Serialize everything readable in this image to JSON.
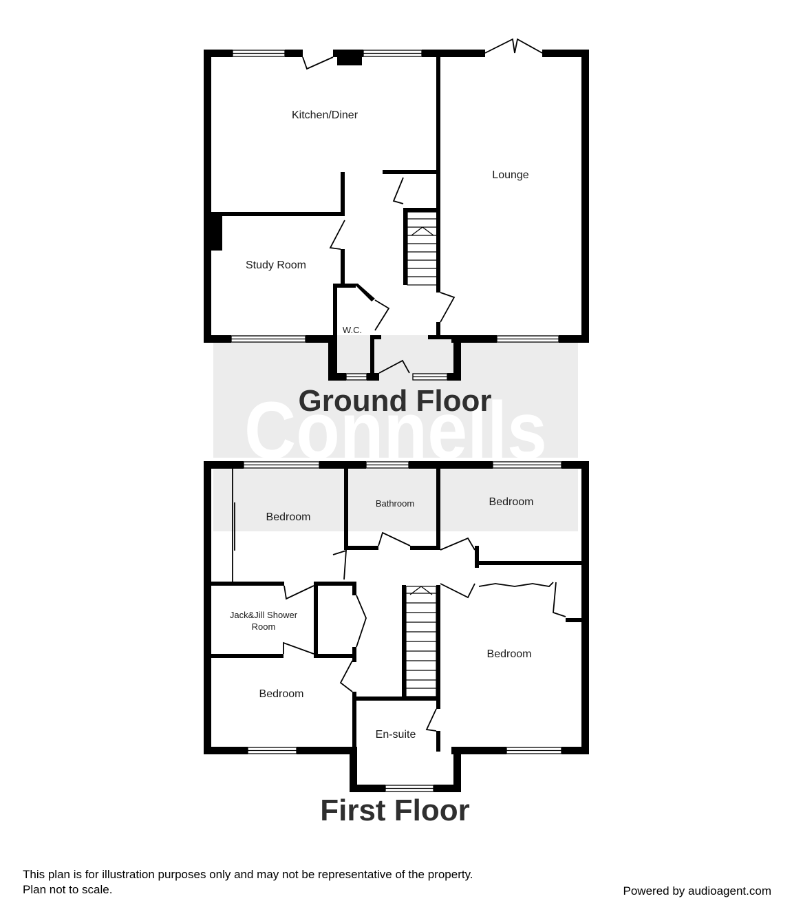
{
  "ground_floor": {
    "title": "Ground Floor",
    "rooms": {
      "kitchen": "Kitchen/Diner",
      "lounge": "Lounge",
      "study": "Study Room",
      "wc": "W.C."
    }
  },
  "first_floor": {
    "title": "First Floor",
    "rooms": {
      "bedroom_front_left": "Bedroom",
      "bathroom": "Bathroom",
      "bedroom_front_right": "Bedroom",
      "shower_line1": "Jack&Jill Shower",
      "shower_line2": "Room",
      "bedroom_rear_left": "Bedroom",
      "bedroom_master": "Bedroom",
      "ensuite": "En-suite"
    }
  },
  "watermark": "Connells",
  "footer": {
    "disclaimer_line1": "This plan is for illustration purposes only and may not be representative of the property.",
    "disclaimer_line2": "Plan not to scale.",
    "powered_by": "Powered by audioagent.com"
  },
  "colors": {
    "wall": "#000000",
    "watermark_band": "#ececec",
    "title_text": "#2f2f2f"
  }
}
